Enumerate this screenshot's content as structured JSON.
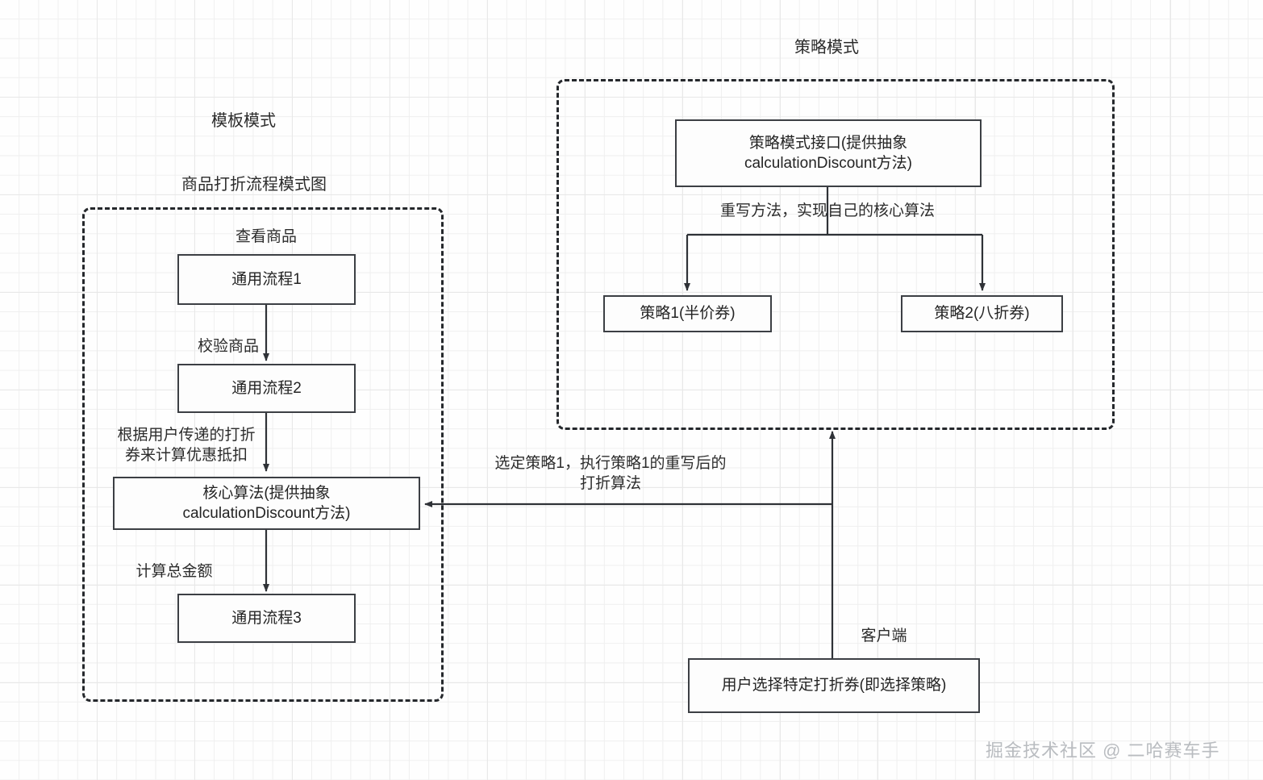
{
  "diagram": {
    "background": "#fefefe",
    "line_color": "#3c3f44",
    "dashed_color": "#25282c"
  },
  "template_pattern": {
    "title": "模板模式",
    "subtitle": "商品打折流程模式图",
    "steps": [
      {
        "caption": "查看商品",
        "box": "通用流程1"
      },
      {
        "caption": "校验商品",
        "box": "通用流程2"
      },
      {
        "caption": "根据用户传递的打折\n券来计算优惠抵扣",
        "box": "核心算法(提供抽象\ncalculationDiscount方法)"
      },
      {
        "caption": "计算总金额",
        "box": "通用流程3"
      }
    ]
  },
  "strategy_pattern": {
    "title": "策略模式",
    "interface_box": "策略模式接口(提供抽象\ncalculationDiscount方法)",
    "branch_caption": "重写方法，实现自己的核心算法",
    "strategies": [
      {
        "label": "策略1(半价券)"
      },
      {
        "label": "策略2(八折券)"
      }
    ]
  },
  "client": {
    "caption": "客户端",
    "box": "用户选择特定打折券(即选择策略)"
  },
  "connector": {
    "label": "选定策略1，执行策略1的重写后的\n打折算法"
  },
  "watermark": {
    "text": "掘金技术社区 @ 二哈赛车手"
  }
}
